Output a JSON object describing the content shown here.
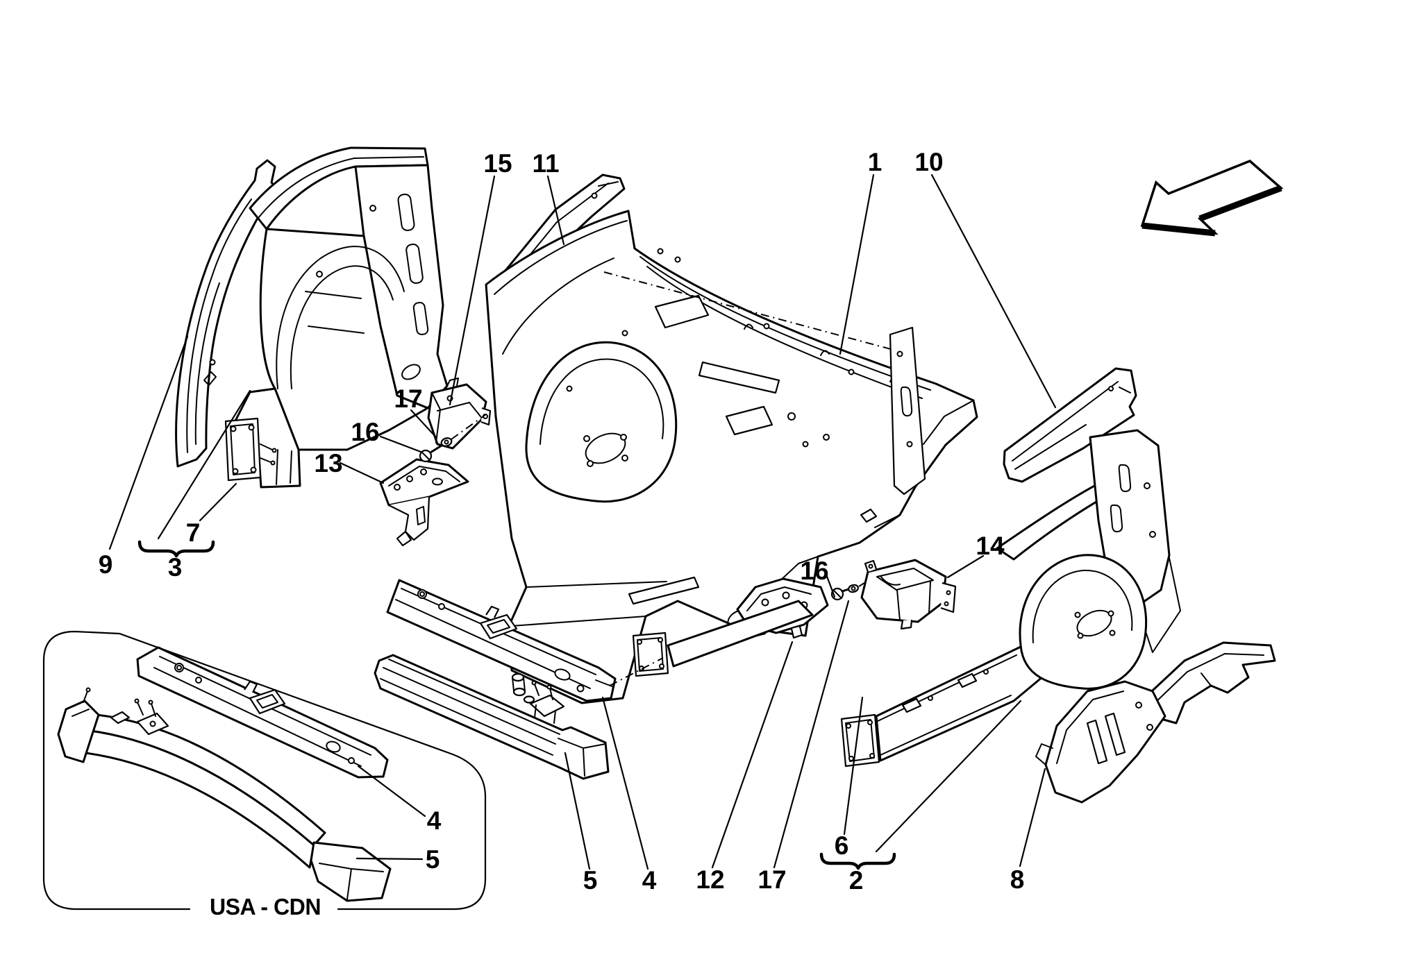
{
  "diagram": {
    "type": "exploded-parts-line-drawing",
    "region_label": "USA - CDN",
    "callouts": {
      "n1": "1",
      "n2": "2",
      "n3": "3",
      "n4": "4",
      "n5": "5",
      "n6": "6",
      "n7": "7",
      "n8": "8",
      "n9": "9",
      "n10": "10",
      "n11": "11",
      "n12": "12",
      "n13": "13",
      "n14": "14",
      "n15": "15",
      "n16": "16",
      "n17": "17"
    },
    "callout_instances": [
      "15",
      "11",
      "1",
      "10",
      "9",
      "7",
      "3",
      "17",
      "16",
      "13",
      "14",
      "16",
      "5",
      "4",
      "12",
      "17",
      "6",
      "2",
      "8",
      "4",
      "5"
    ],
    "icons": {
      "direction_arrow": "block-arrow-pointing-lower-left"
    },
    "colors": {
      "line": "#000000",
      "background": "#ffffff"
    }
  }
}
